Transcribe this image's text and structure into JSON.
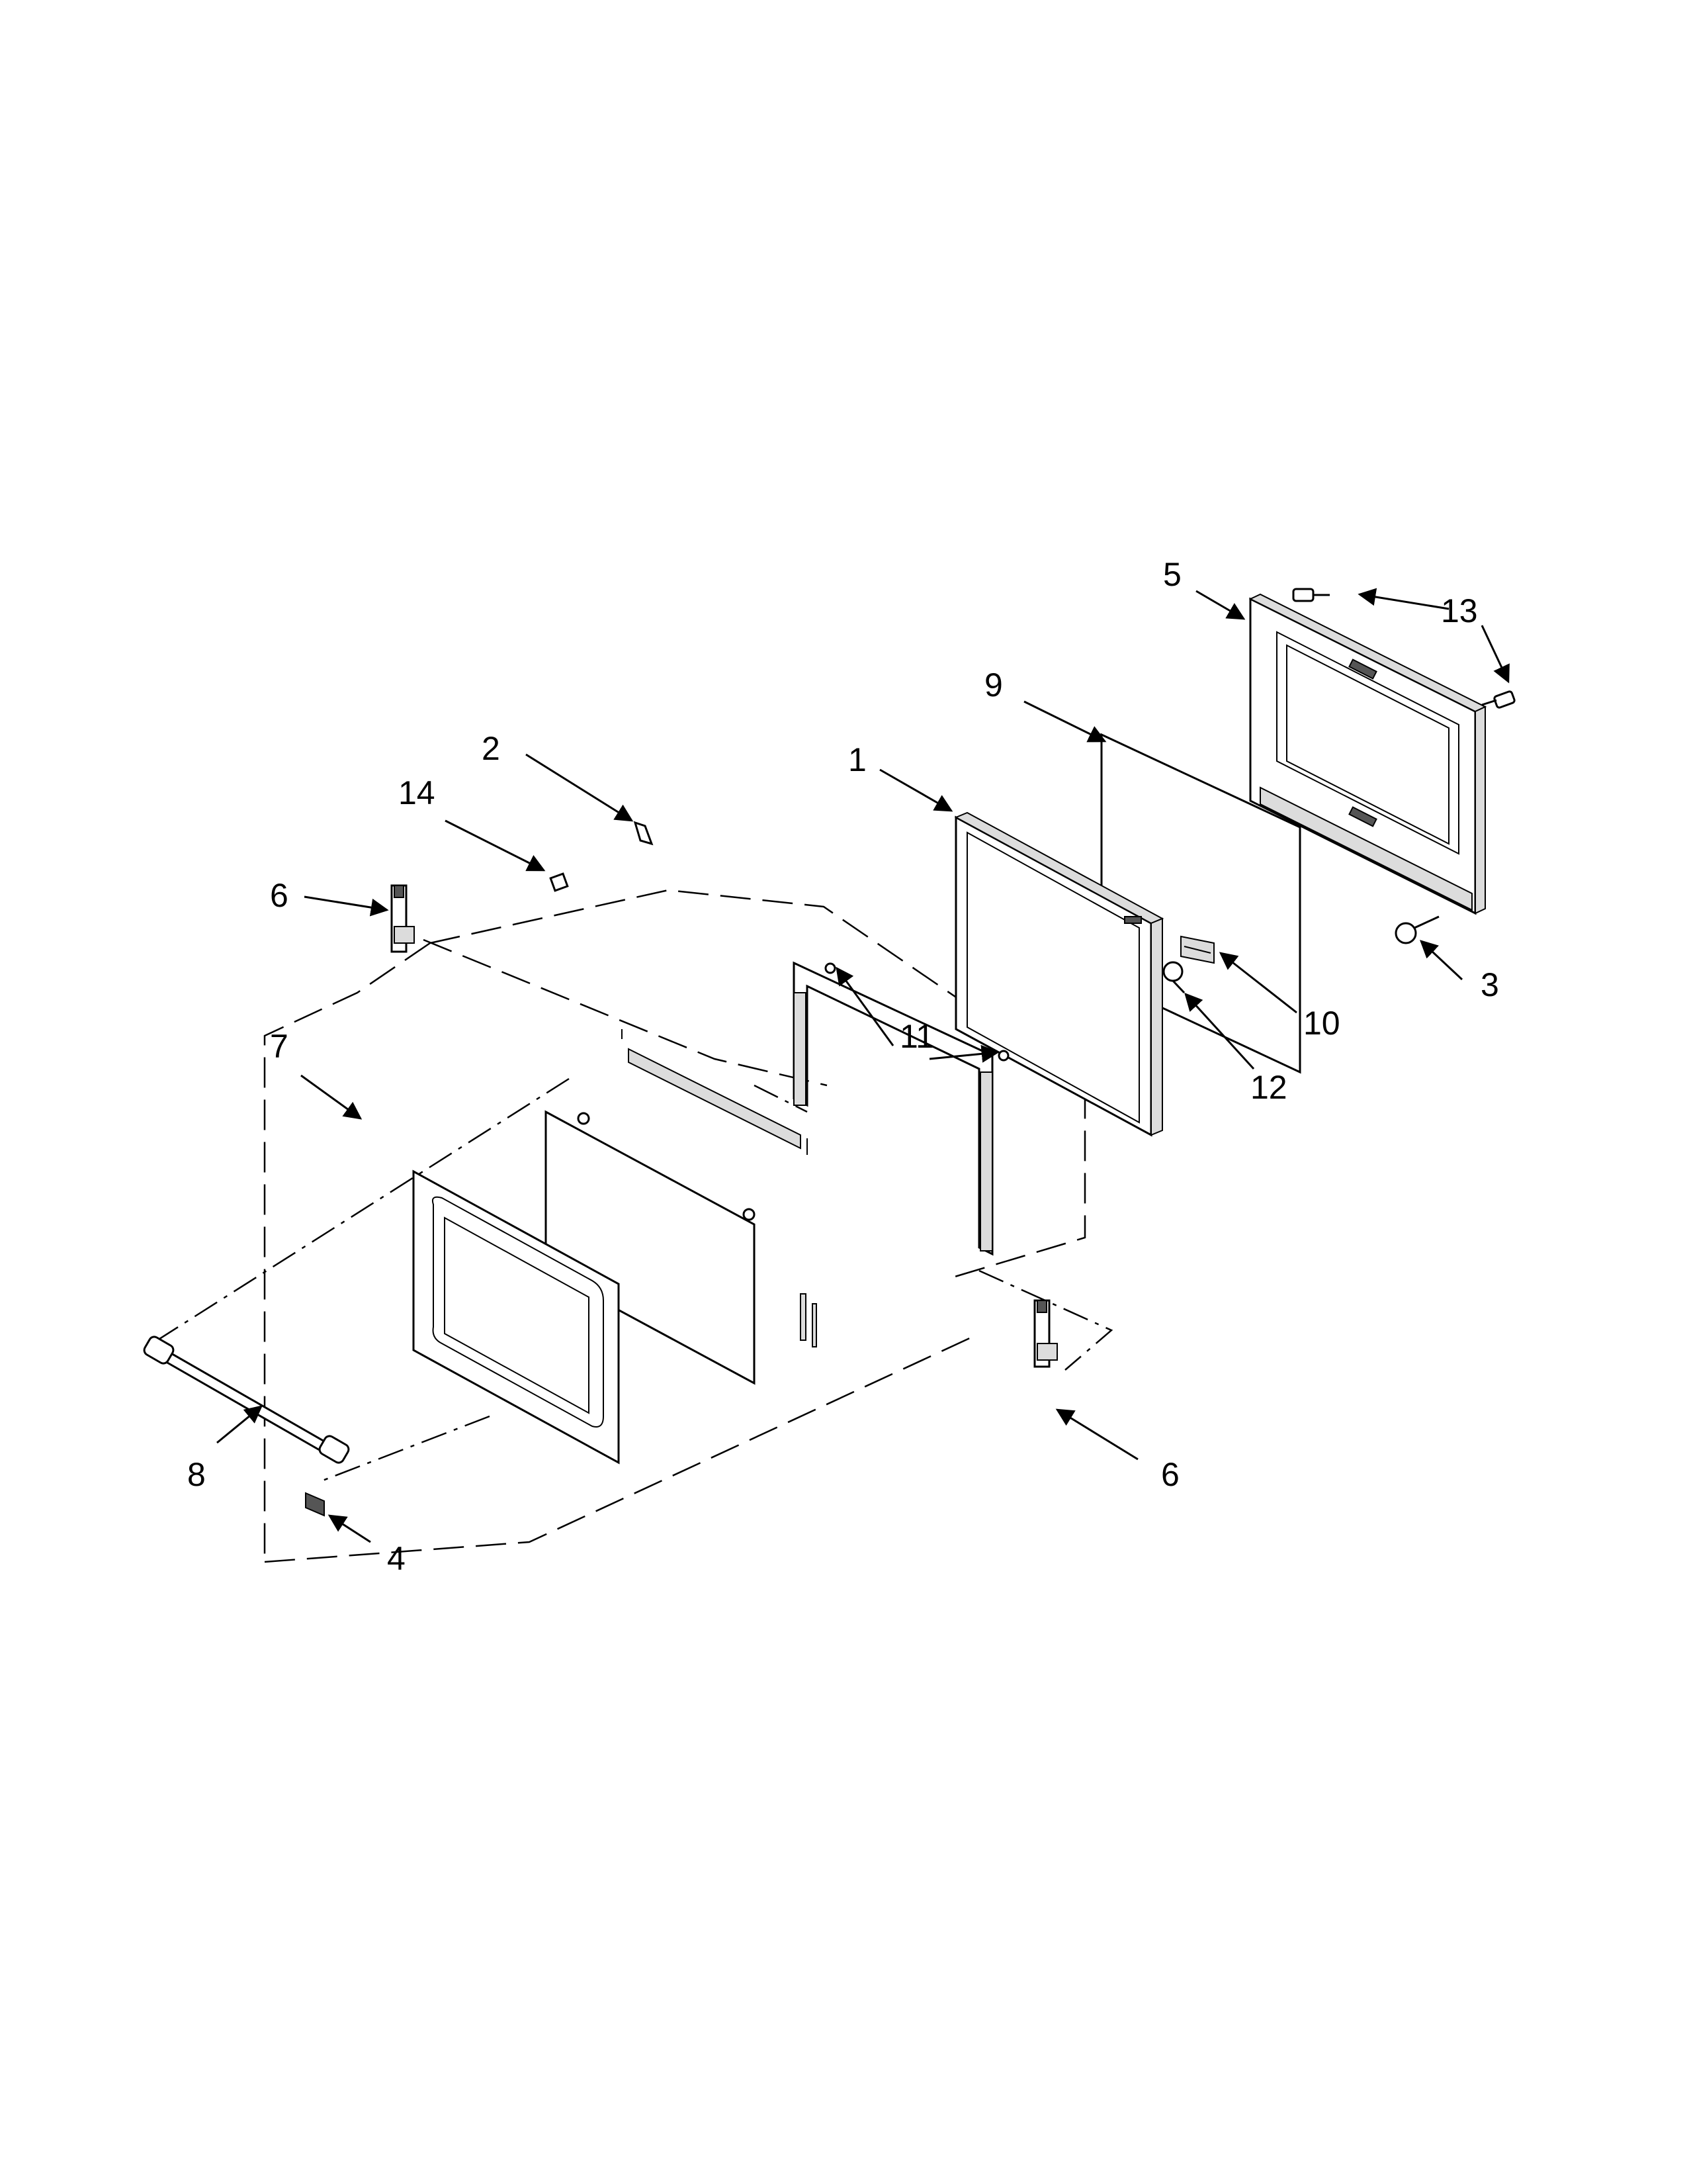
{
  "callouts": {
    "c1": "1",
    "c2": "2",
    "c3": "3",
    "c4": "4",
    "c5": "5",
    "c6a": "6",
    "c6b": "6",
    "c7": "7",
    "c8": "8",
    "c9": "9",
    "c10": "10",
    "c11": "11",
    "c12": "12",
    "c13": "13",
    "c14": "14"
  }
}
